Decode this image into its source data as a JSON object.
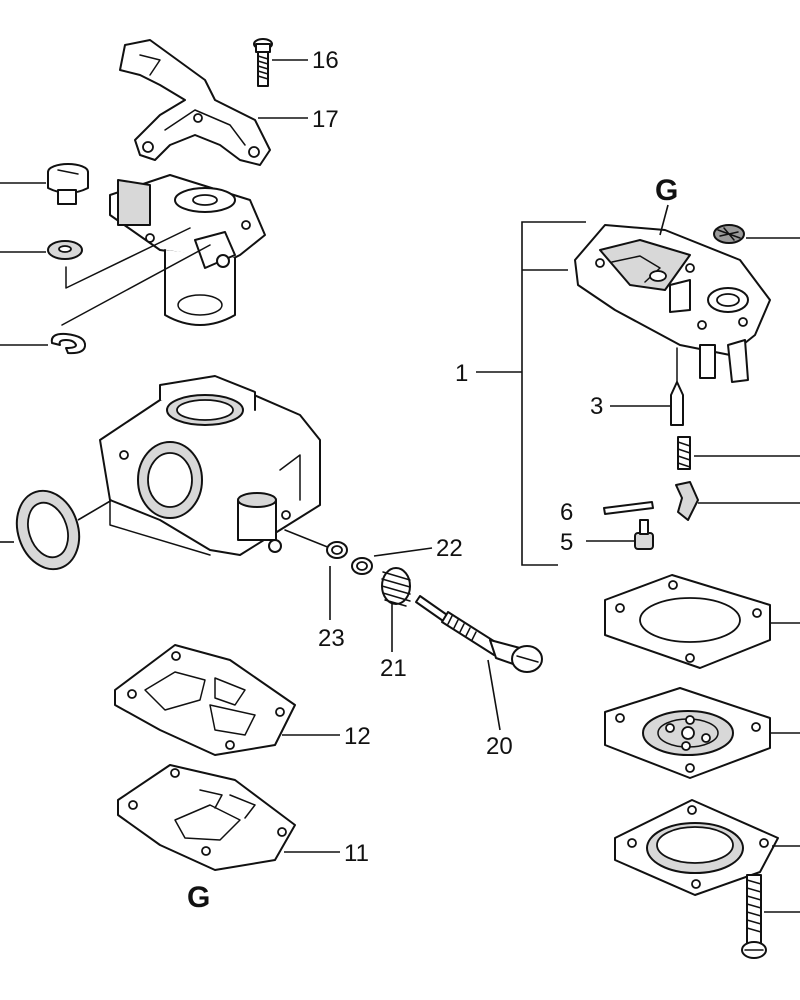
{
  "callouts": {
    "c1": "1",
    "c3": "3",
    "c5": "5",
    "c6": "6",
    "c11": "11",
    "c12": "12",
    "c16": "16",
    "c17": "17",
    "c20": "20",
    "c21": "21",
    "c22": "22",
    "c23": "23"
  },
  "grease_marks": {
    "top": "G",
    "bottom": "G"
  }
}
